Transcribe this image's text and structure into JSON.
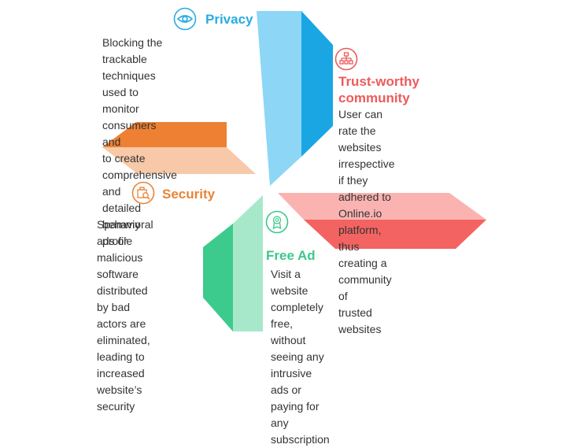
{
  "colors": {
    "privacy": "#29ABE2",
    "trust": "#EE5A5A",
    "security": "#E88438",
    "freead": "#3BC88B",
    "text": "#333333"
  },
  "sections": {
    "privacy": {
      "title": "Privacy",
      "body": "Blocking the trackable techniques\nused to monitor consumers and\nto create comprehensive and\ndetailed behavioral profile",
      "icon": "eye-icon"
    },
    "trust": {
      "title_line1": "Trust-worthy",
      "title_line2": "community",
      "body": "User can rate the websites\nirrespective if they adhered to\nOnline.io platform, thus\ncreating a community of\ntrusted websites",
      "icon": "network-icon"
    },
    "security": {
      "title": "Security",
      "body": "Spammy ads or\nmalicious software\ndistributed by bad\nactors are eliminated,\nleading to increased\nwebsite’s security",
      "icon": "security-scan-icon"
    },
    "freead": {
      "title": "Free Ad",
      "body": "Visit a website completely free, without\nseeing any intrusive ads or paying for\nany subscription",
      "icon": "badge-icon"
    }
  }
}
